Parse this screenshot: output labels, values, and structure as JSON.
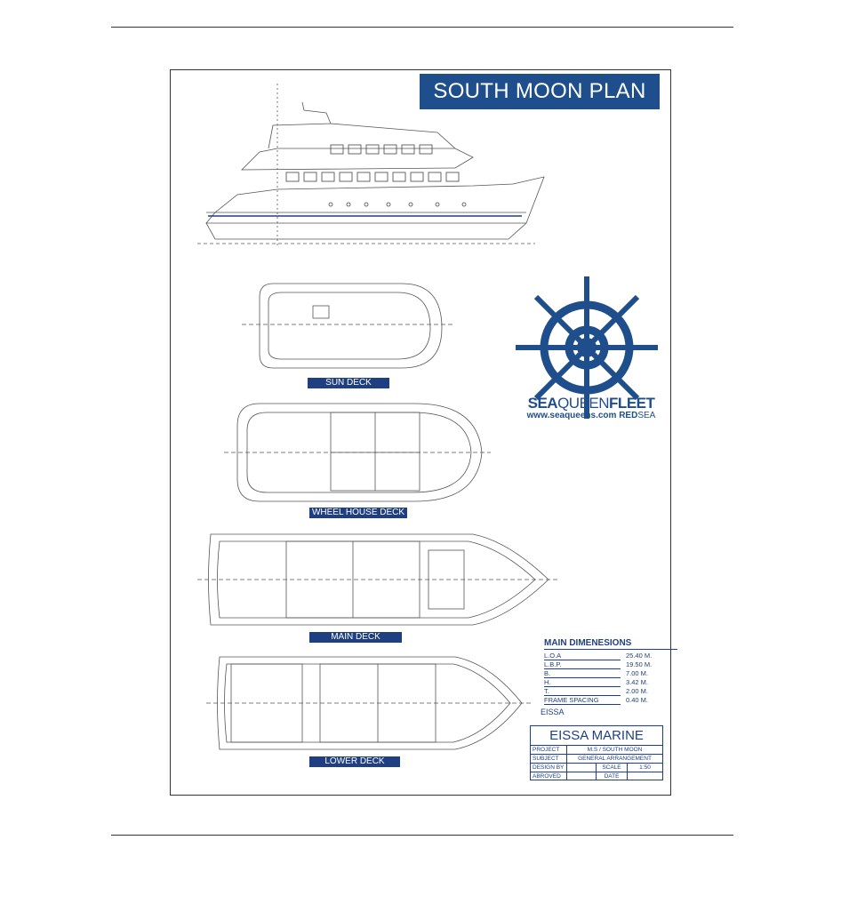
{
  "plan": {
    "title": "SOUTH MOON  PLAN"
  },
  "decks": [
    {
      "label": "SUN DECK"
    },
    {
      "label": "WHEEL HOUSE DECK"
    },
    {
      "label": "MAIN DECK"
    },
    {
      "label": "LOWER DECK"
    }
  ],
  "logo": {
    "icon": "ship-wheel-icon",
    "name_bold": "SEA",
    "name_light": "QUEEN",
    "name_bold2": "FLEET",
    "url": "www.seaqueens.com ",
    "url_suffix_bold": "RED",
    "url_suffix": "SEA",
    "color": "#1f4e8c"
  },
  "dimensions": {
    "header": "MAIN DIMENESIONS",
    "rows": [
      {
        "key": "L.O.A",
        "value": "25.40 M."
      },
      {
        "key": "L.B.P.",
        "value": "19.50 M."
      },
      {
        "key": "B.",
        "value": "7.00 M."
      },
      {
        "key": "H.",
        "value": "3.42 M."
      },
      {
        "key": "T.",
        "value": "2.00 M."
      },
      {
        "key": "FRAME SPACING",
        "value": "0.40 M."
      }
    ]
  },
  "designer_note": "EISSA",
  "title_block": {
    "company": "EISSA MARINE",
    "project_label": "PROJECT",
    "project_value": "M.S / SOUTH MOON",
    "subject_label": "SUBJECT",
    "subject_value": "GENERAL ARRANGEMENT",
    "design_label": "DESIGN BY",
    "scale_label": "SCALE",
    "scale_value": "1:50",
    "approved_label": "ABROVED",
    "date_label": "DATE"
  }
}
